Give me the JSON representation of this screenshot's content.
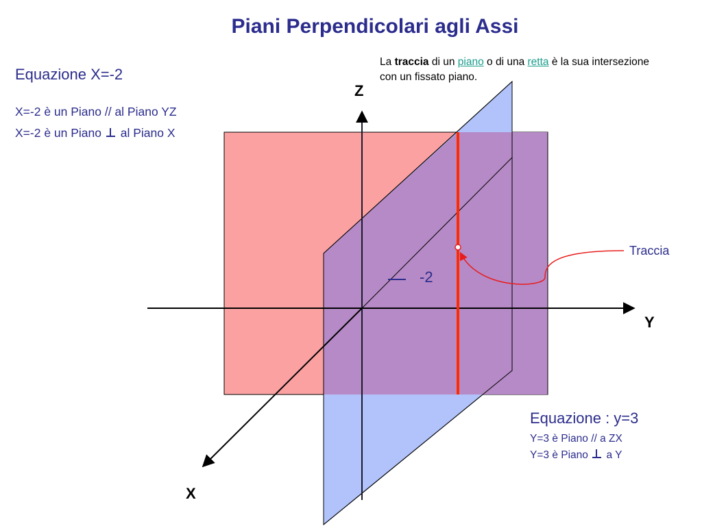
{
  "title": "Piani Perpendicolari agli Assi",
  "note": {
    "text_1": "La ",
    "bold_word": "traccia",
    "text_2": " di un ",
    "link_1": "piano",
    "text_3": " o di una ",
    "link_2": "retta",
    "text_4": " è la sua intersezione con un fissato piano."
  },
  "equation_x": {
    "title": "Equazione  X=-2",
    "line_1": "X=-2  è un Piano // al Piano YZ",
    "line_2_start": "X=-2  è un Piano",
    "line_2_end": "al Piano X"
  },
  "equation_y": {
    "title": "Equazione :  y=3",
    "line_1": "Y=3 è Piano // a ZX",
    "line_2_start": "Y=3 è Piano",
    "line_2_end": "a Y"
  },
  "axes": {
    "x_label": "X",
    "y_label": "Y",
    "z_label": "Z"
  },
  "tick_label": "-2",
  "trace_label": "Traccia",
  "colors": {
    "title": "#2b2c8c",
    "plane_y3": "#fca1a1",
    "plane_x2": "#b1c3fa",
    "overlap": "#b68ac6",
    "trace_line": "#ff2a00",
    "arrow": "#e81c1c",
    "link": "#1b9c8c"
  }
}
